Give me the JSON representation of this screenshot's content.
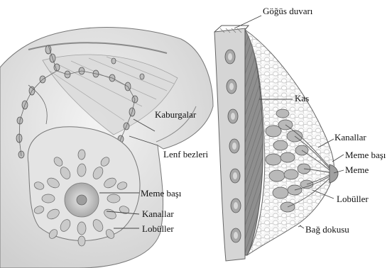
{
  "labels": {
    "chest_wall": "Göğüs duvarı",
    "ribs": "Kaburgalar",
    "lymph_nodes": "Lenf bezleri",
    "nipple_front": "Meme başı",
    "ducts_front": "Kanallar",
    "lobules_front": "Lobüller",
    "muscle": "Kas",
    "ducts_side": "Kanallar",
    "nipple_side": "Meme başı",
    "breast": "Meme",
    "lobules_side": "Lobüller",
    "connective_tissue": "Bağ dokusu"
  },
  "colors": {
    "ink": "#111111",
    "line": "#444444",
    "skin_light": "#ececec",
    "skin_mid": "#d6d6d6",
    "muscle": "#9a9a9a",
    "lobule": "#b9b9b9",
    "fat": "#f4f4f4"
  }
}
